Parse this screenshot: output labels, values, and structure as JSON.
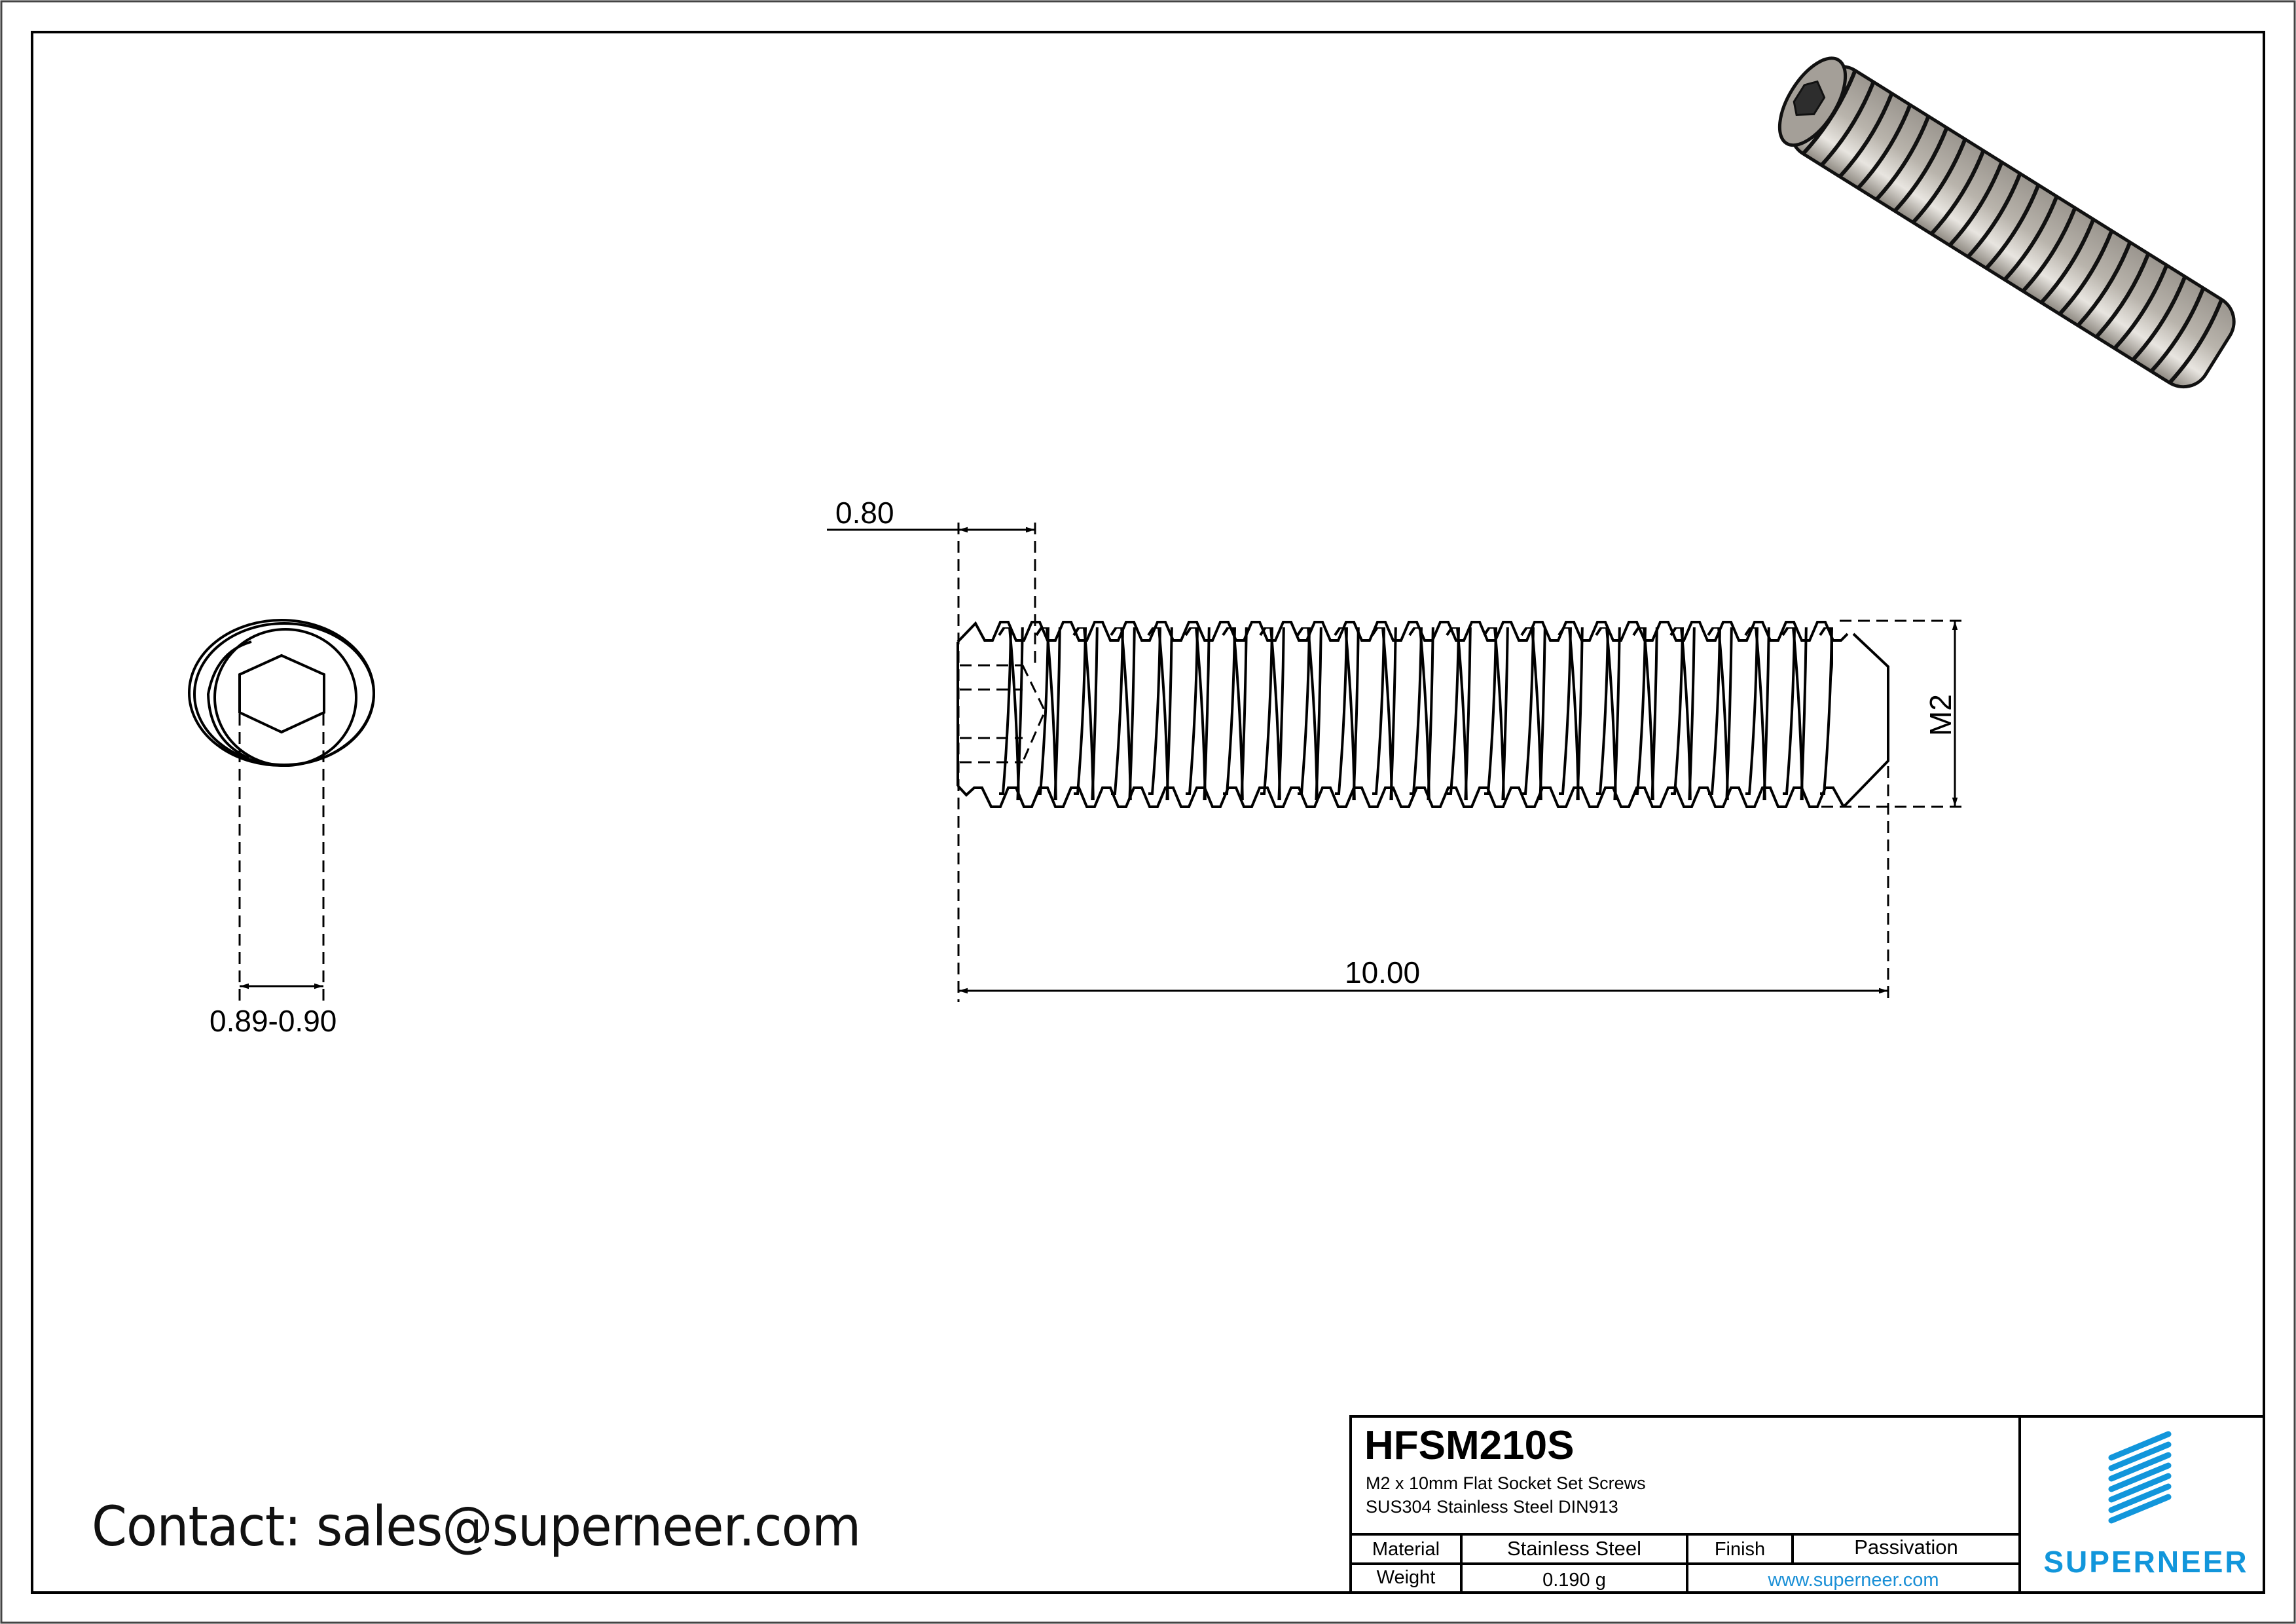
{
  "drawing": {
    "dimensions": {
      "socket_depth": "0.80",
      "length": "10.00",
      "thread_size": "M2",
      "hex_socket_width": "0.89-0.90"
    },
    "views": [
      "end-view",
      "side-view",
      "isometric-3d-view"
    ]
  },
  "contact": {
    "text": "Contact: sales@superneer.com"
  },
  "title_block": {
    "part_number": "HFSM210S",
    "description_line1": "M2 x 10mm Flat Socket Set Screws",
    "description_line2": "SUS304 Stainless Steel DIN913",
    "material_label": "Material",
    "material_value": "Stainless Steel",
    "finish_label": "Finish",
    "finish_value": "Passivation",
    "weight_label": "Weight",
    "weight_value": "0.190 g",
    "website": "www.superneer.com",
    "brand_name": "SUPERNEER",
    "brand_color": "#1296db"
  }
}
